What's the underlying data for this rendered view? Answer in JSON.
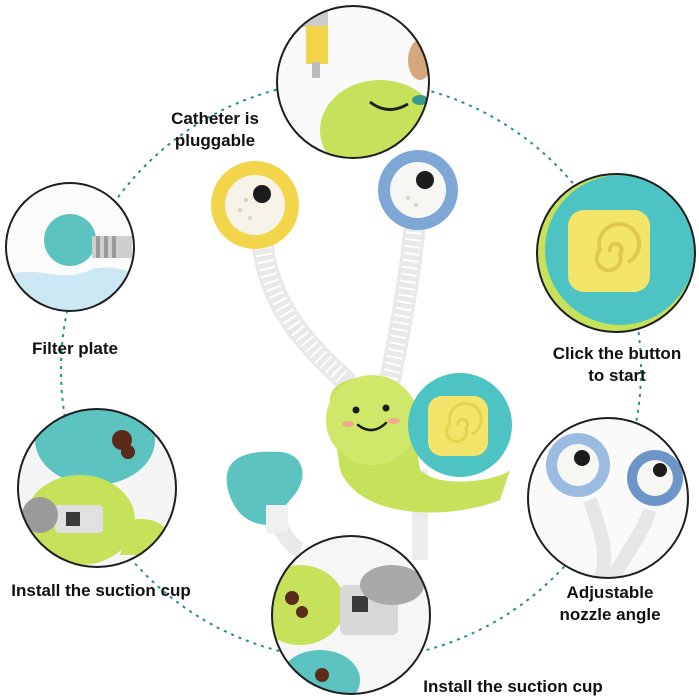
{
  "product": "snail shower toy",
  "colors": {
    "dashed_ring": "#2a8a96",
    "circle_border": "#1f1f1f",
    "snail_body": "#c6e25a",
    "snail_shell": "#4ec3c3",
    "shell_center": "#f3e56a",
    "eye_yellow": "#f2d54a",
    "eye_blue": "#7fa7d6",
    "suction_cup": "#5cc3c1",
    "hose": "#f4f4f4"
  },
  "features": [
    {
      "id": "catheter",
      "label": "Catheter is\npluggable"
    },
    {
      "id": "filter",
      "label": "Filter plate"
    },
    {
      "id": "button",
      "label": "Click the button\nto start"
    },
    {
      "id": "suction-left",
      "label": "Install the suction cup"
    },
    {
      "id": "nozzle",
      "label": "Adjustable\nnozzle angle"
    },
    {
      "id": "suction-bottom",
      "label": "Install the suction cup"
    }
  ]
}
